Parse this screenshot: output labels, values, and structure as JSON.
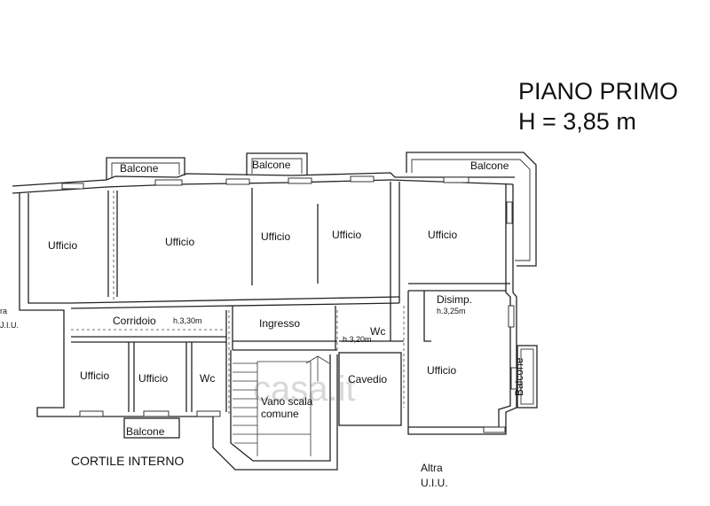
{
  "title": {
    "line1": "PIANO PRIMO",
    "line2": "H = 3,85 m"
  },
  "rooms": {
    "ufficio": "Ufficio",
    "corridoio": "Corridoio",
    "ingresso": "Ingresso",
    "disimpegno": "Disimp.",
    "wc": "Wc",
    "cavedio": "Cavedio",
    "vano_scala_1": "Vano scala",
    "vano_scala_2": "comune",
    "balcone": "Balcone"
  },
  "heights": {
    "corridoio": "h.3,30m",
    "wc": "h.3,20m",
    "disimpegno": "h.3,25m"
  },
  "labels": {
    "cortile": "CORTILE INTERNO",
    "altra": "Altra",
    "uiu": "U.I.U.",
    "left_altra_cut": "ra",
    "left_uiu_cut": "J.I.U."
  },
  "watermark": "casa.it"
}
